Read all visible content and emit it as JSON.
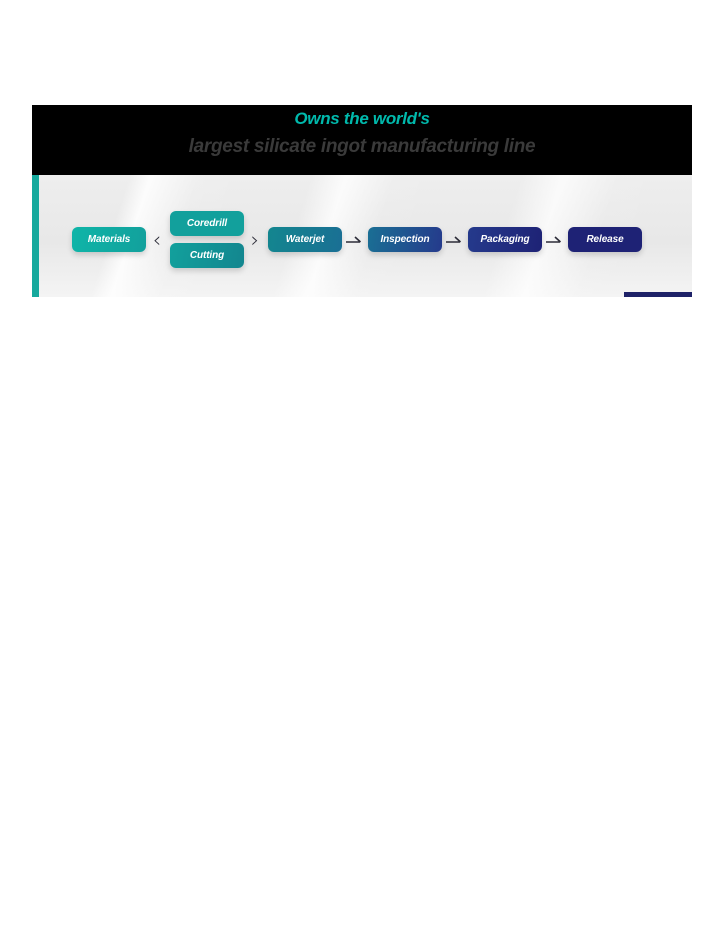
{
  "banner": {
    "headline_primary": "Owns the world's",
    "headline_secondary": "largest silicate ingot manufacturing line",
    "colors": {
      "header_background": "#000000",
      "headline_primary": "#00b9ac",
      "headline_secondary": "#3a3a3a",
      "panel_background": "#eeeeee",
      "accent_bar": "#16a99d",
      "corner_bracket": "#1e2268"
    }
  },
  "process_flow": {
    "type": "diagram",
    "orientation": "left-to-right",
    "stages": [
      {
        "id": "materials",
        "label": "Materials",
        "color": "#0fb5a8",
        "column": 1,
        "branch": "none"
      },
      {
        "id": "coredrill",
        "label": "Coredrill",
        "color": "#12a09c",
        "column": 2,
        "branch": "top"
      },
      {
        "id": "cutting",
        "label": "Cutting",
        "color": "#12a09c",
        "column": 2,
        "branch": "bottom"
      },
      {
        "id": "waterjet",
        "label": "Waterjet",
        "color": "#13868f",
        "column": 3,
        "branch": "none"
      },
      {
        "id": "inspection",
        "label": "Inspection",
        "color": "#1a6f94",
        "column": 4,
        "branch": "none"
      },
      {
        "id": "packaging",
        "label": "Packaging",
        "color": "#253a8c",
        "column": 5,
        "branch": "none"
      },
      {
        "id": "release",
        "label": "Release",
        "color": "#1e2275",
        "column": 6,
        "branch": "none"
      }
    ],
    "connectors": {
      "bracket_open": "‹",
      "bracket_close": "›",
      "arrow": "arrow-right-icon"
    }
  }
}
